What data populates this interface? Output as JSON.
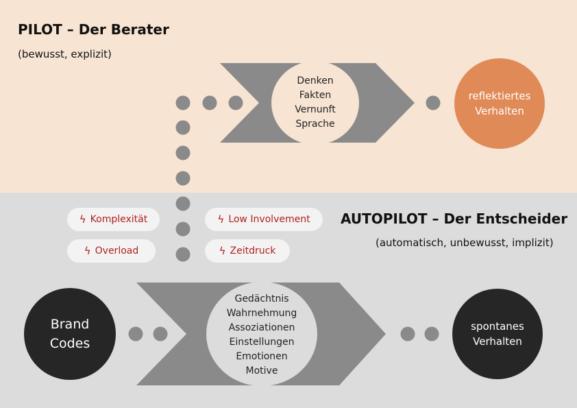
{
  "pilot": {
    "title": "PILOT – Der Berater",
    "subtitle": "(bewusst, explizit)"
  },
  "autopilot": {
    "title": "AUTOPILOT – Der Entscheider",
    "subtitle": "(automatisch, unbewusst, implizit)"
  },
  "top_process": {
    "lines": [
      "Denken",
      "Fakten",
      "Vernunft",
      "Sprache"
    ]
  },
  "top_outcome": {
    "lines": [
      "reflektiertes",
      "Verhalten"
    ]
  },
  "bottom_source": {
    "lines": [
      "Brand",
      "Codes"
    ]
  },
  "bottom_process": {
    "lines": [
      "Gedächtnis",
      "Wahrnehmung",
      "Assoziationen",
      "Einstellungen",
      "Emotionen",
      "Motive"
    ]
  },
  "bottom_outcome": {
    "lines": [
      "spontanes",
      "Verhalten"
    ]
  },
  "factors": [
    {
      "label": "Komplexität",
      "icon": "lightning-icon"
    },
    {
      "label": "Low Involvement",
      "icon": "lightning-icon"
    },
    {
      "label": "Overload",
      "icon": "lightning-icon"
    },
    {
      "label": "Zeitdruck",
      "icon": "lightning-icon"
    }
  ],
  "colors": {
    "top_band": "#f7e4d2",
    "bottom_band": "#dcdcdc",
    "accent": "#e08a57",
    "dark": "#262626",
    "gray": "#8a8a8a",
    "warning": "#b21f1f"
  }
}
